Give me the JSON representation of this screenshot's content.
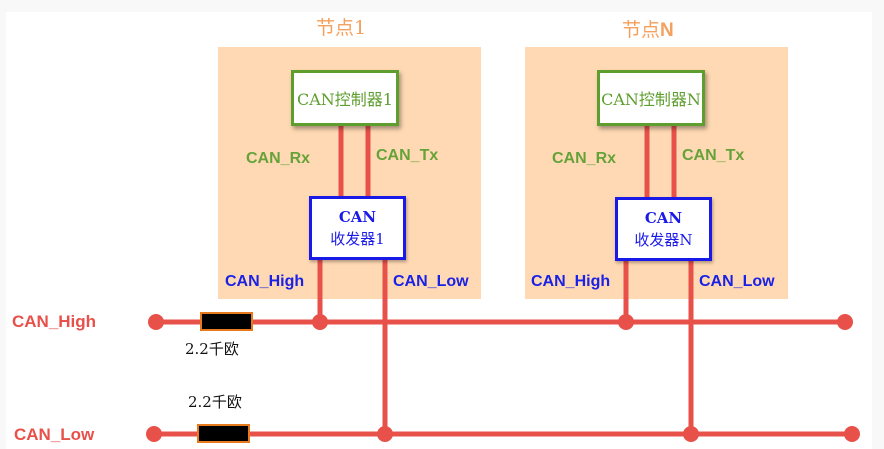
{
  "colors": {
    "node_bg": "#ffd9b3",
    "wire": "#e8514a",
    "controller": "#5e9e2e",
    "transceiver": "#1a1ae8",
    "node_title": "#f5a05c",
    "resistor_fill": "#000000",
    "resistor_border": "#e87a1e"
  },
  "nodes": [
    {
      "title_prefix": "节点",
      "title_suffix": "1",
      "controller_label": "CAN控制器1",
      "rx_label": "CAN_Rx",
      "tx_label": "CAN_Tx",
      "transceiver_line1": "CAN",
      "transceiver_line2": "收发器1",
      "high_label": "CAN_High",
      "low_label": "CAN_Low"
    },
    {
      "title_prefix": "节点",
      "title_suffix": "N",
      "controller_label": "CAN控制器N",
      "rx_label": "CAN_Rx",
      "tx_label": "CAN_Tx",
      "transceiver_line1": "CAN",
      "transceiver_line2": "收发器N",
      "high_label": "CAN_High",
      "low_label": "CAN_Low"
    }
  ],
  "bus": {
    "high_label": "CAN_High",
    "low_label": "CAN_Low",
    "high_resistor_label": "2.2千欧",
    "low_resistor_label": "2.2千欧"
  }
}
